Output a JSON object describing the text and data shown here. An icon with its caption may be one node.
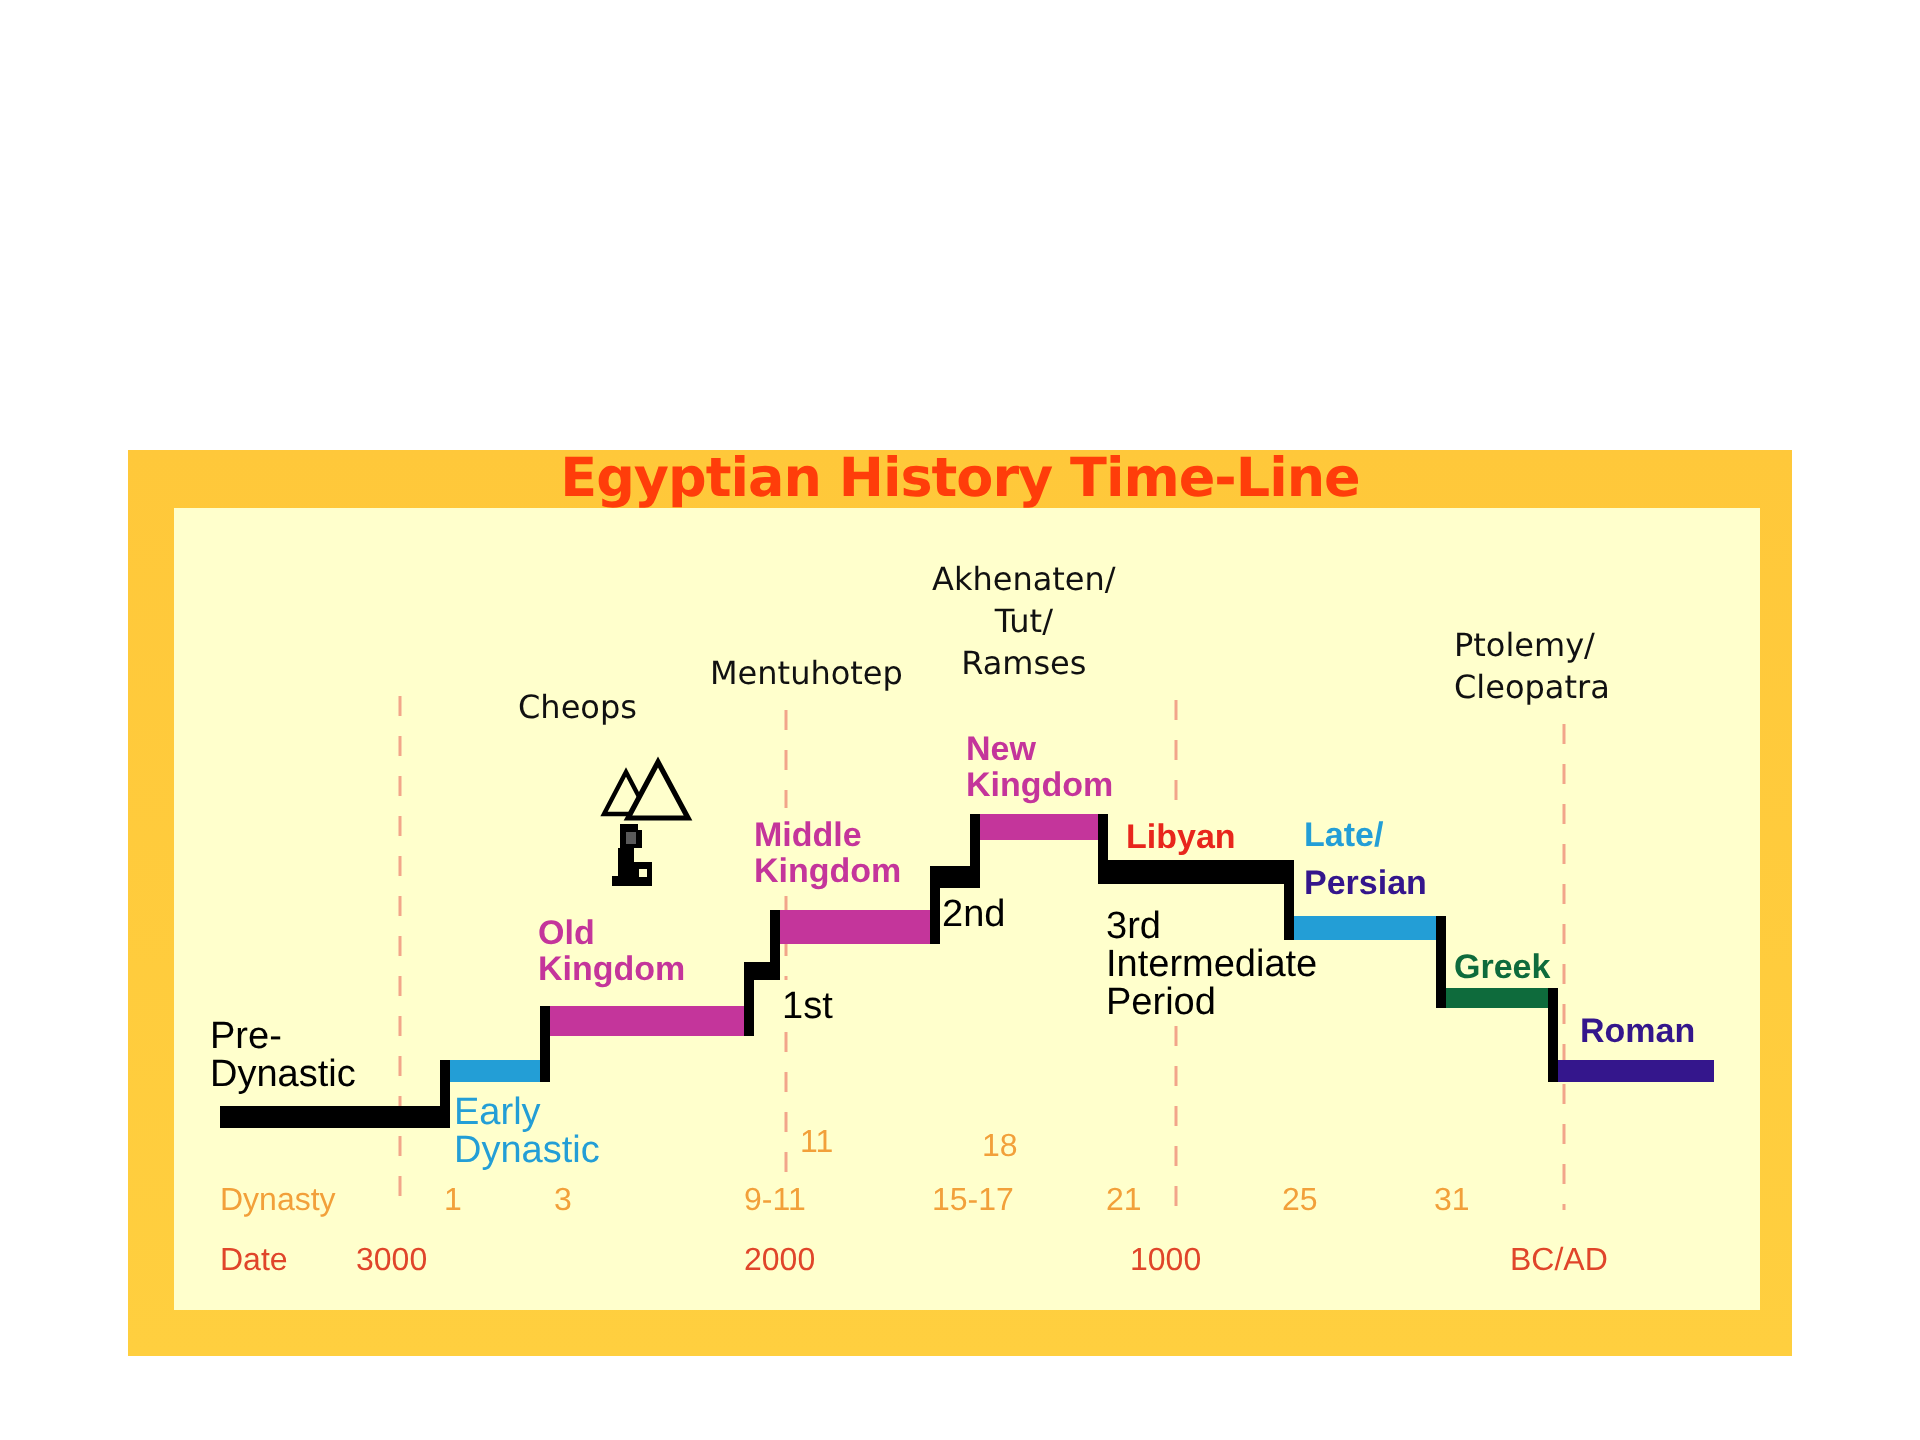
{
  "diagram": {
    "title": "Egyptian History Time-Line",
    "labels": [
      "Akhenaten/ Tut/ Ramses",
      "Ptolemy/ Cleopatra",
      "Mentuhotep",
      "Cheops",
      "New Kingdom",
      "Libyan",
      "Middle Kingdom",
      "Late/",
      "Persian",
      "2nd",
      "Old Kingdom",
      "3rd Intermediate Period",
      "Greek",
      "1st",
      "Pre-Dynastic",
      "Roman",
      "Early Dynastic",
      "11",
      "18",
      "Dynasty",
      "1",
      "3",
      "9-11",
      "15-17",
      "21",
      "25",
      "31",
      "Date",
      "3000",
      "2000",
      "1000",
      "BC/AD"
    ]
  }
}
